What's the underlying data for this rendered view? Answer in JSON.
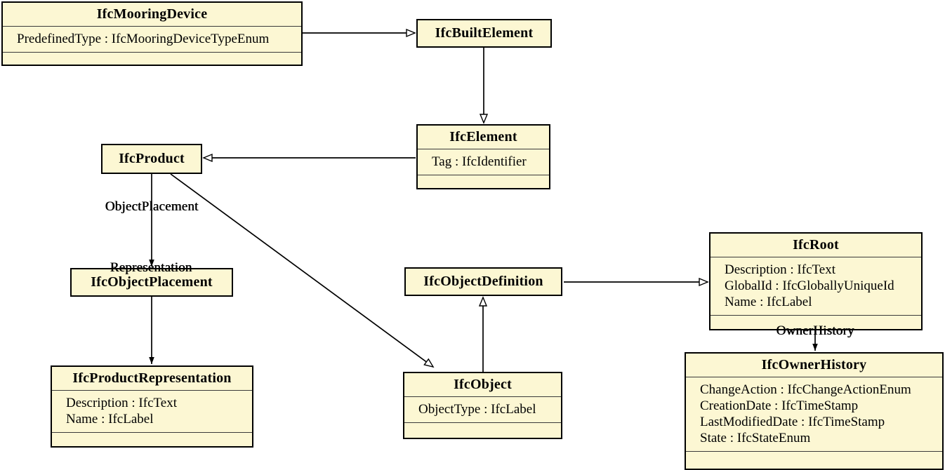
{
  "diagram": {
    "kind": "uml-class-diagram",
    "box_fill_color": "#fcf7d3",
    "box_border_color": "#000000",
    "classes": [
      {
        "name": "IfcMooringDevice",
        "attributes": [
          "PredefinedType : IfcMooringDeviceTypeEnum"
        ]
      },
      {
        "name": "IfcBuiltElement",
        "attributes": []
      },
      {
        "name": "IfcElement",
        "attributes": [
          "Tag : IfcIdentifier"
        ]
      },
      {
        "name": "IfcProduct",
        "attributes": []
      },
      {
        "name": "IfcObjectPlacement",
        "attributes": []
      },
      {
        "name": "IfcProductRepresentation",
        "attributes": [
          "Description : IfcText",
          "Name : IfcLabel"
        ]
      },
      {
        "name": "IfcObjectDefinition",
        "attributes": []
      },
      {
        "name": "IfcObject",
        "attributes": [
          "ObjectType : IfcLabel"
        ]
      },
      {
        "name": "IfcRoot",
        "attributes": [
          "Description : IfcText",
          "GlobalId : IfcGloballyUniqueId",
          "Name : IfcLabel"
        ]
      },
      {
        "name": "IfcOwnerHistory",
        "attributes": [
          "ChangeAction : IfcChangeActionEnum",
          "CreationDate : IfcTimeStamp",
          "LastModifiedDate : IfcTimeStamp",
          "State : IfcStateEnum"
        ]
      }
    ],
    "edge_labels": {
      "object_placement": "ObjectPlacement",
      "representation": "Representation",
      "owner_history": "OwnerHistory"
    },
    "relationships": [
      {
        "from": "IfcMooringDevice",
        "to": "IfcBuiltElement",
        "type": "inheritance"
      },
      {
        "from": "IfcBuiltElement",
        "to": "IfcElement",
        "type": "inheritance"
      },
      {
        "from": "IfcElement",
        "to": "IfcProduct",
        "type": "inheritance"
      },
      {
        "from": "IfcProduct",
        "to": "IfcObjectPlacement",
        "type": "association",
        "label": "ObjectPlacement"
      },
      {
        "from": "IfcProduct",
        "to": "IfcProductRepresentation",
        "type": "association",
        "label": "Representation"
      },
      {
        "from": "IfcProduct",
        "to": "IfcObject",
        "type": "inheritance"
      },
      {
        "from": "IfcObject",
        "to": "IfcObjectDefinition",
        "type": "inheritance"
      },
      {
        "from": "IfcObjectDefinition",
        "to": "IfcRoot",
        "type": "inheritance"
      },
      {
        "from": "IfcRoot",
        "to": "IfcOwnerHistory",
        "type": "association",
        "label": "OwnerHistory"
      }
    ]
  }
}
